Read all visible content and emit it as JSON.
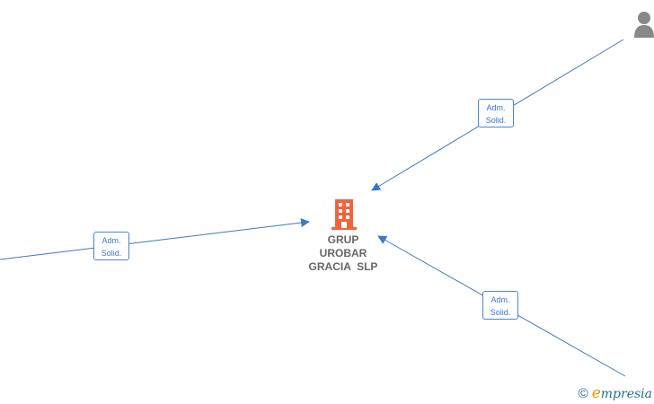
{
  "center_node": {
    "name_lines": [
      "GRUP",
      "UROBAR",
      "GRACIA  SLP"
    ],
    "icon": "building-icon",
    "icon_color": "#f0643c"
  },
  "edges": [
    {
      "id": "top-right",
      "label_line1": "Adm.",
      "label_line2": "Solid."
    },
    {
      "id": "left",
      "label_line1": "Adm.",
      "label_line2": "Solid."
    },
    {
      "id": "bottom-right",
      "label_line1": "Adm.",
      "label_line2": "Solid."
    }
  ],
  "person_node": {
    "icon": "person-icon",
    "color": "#888888"
  },
  "colors": {
    "edge": "#3b78c8",
    "label_text": "#3b78c8"
  },
  "brand": {
    "copyright": "©",
    "initial": "e",
    "rest": "mpresia"
  }
}
